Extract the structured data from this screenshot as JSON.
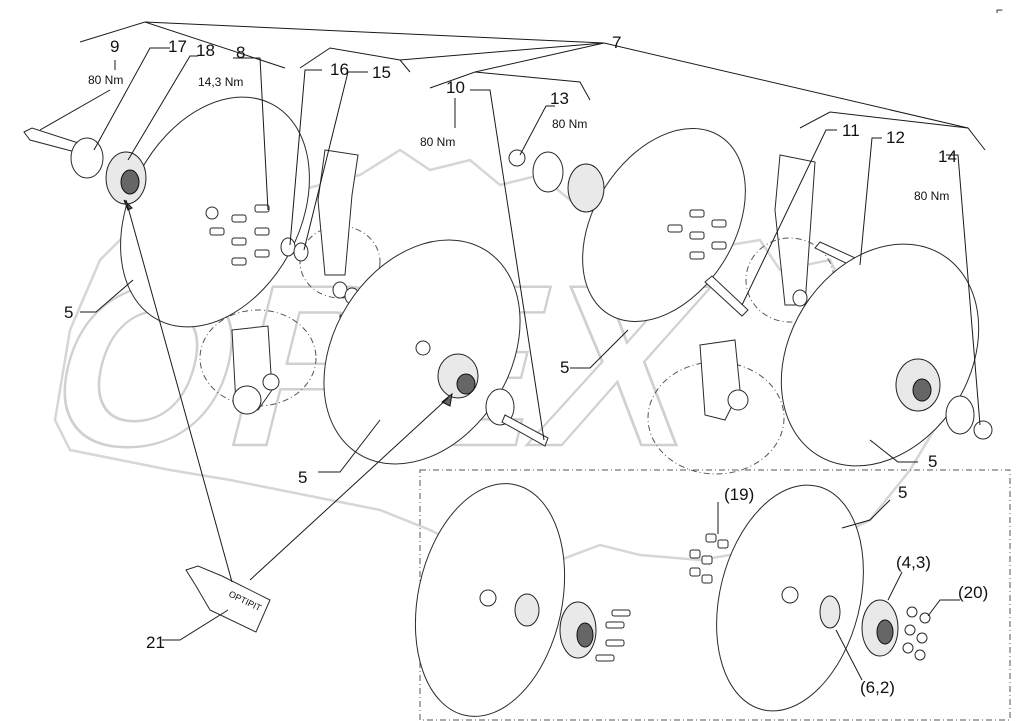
{
  "drawing": {
    "watermark_text": "OPEX",
    "corner_mark": "⌐",
    "callouts": {
      "c7": "7",
      "c9": "9",
      "c17": "17",
      "c18": "18",
      "c8": "8",
      "c16": "16",
      "c15": "15",
      "c10": "10",
      "c13": "13",
      "c11": "11",
      "c12": "12",
      "c14": "14",
      "c5a": "5",
      "c5b": "5",
      "c5c": "5",
      "c5d": "5",
      "c5e": "5",
      "c21": "21",
      "c19": "(19)",
      "c43": "(4,3)",
      "c20": "(20)",
      "c62": "(6,2)"
    },
    "torques": {
      "t9": "80 Nm",
      "t8": "14,3 Nm",
      "t10": "80 Nm",
      "t13": "80 Nm",
      "t14": "80 Nm"
    },
    "tube_label": "OPTIPIT"
  }
}
